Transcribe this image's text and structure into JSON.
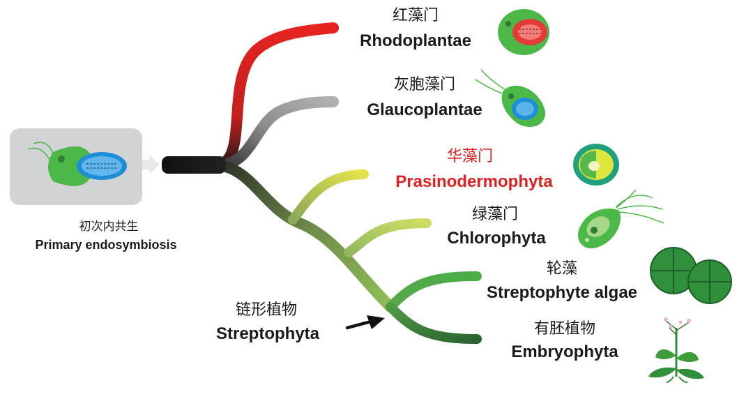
{
  "origin": {
    "label_cn": "初次内共生",
    "label_en": "Primary endosymbiosis"
  },
  "lineages": [
    {
      "label_cn": "红藻门",
      "label_en": "Rhodoplantae",
      "color": "#e52421"
    },
    {
      "label_cn": "灰胞藻门",
      "label_en": "Glaucoplantae",
      "color": "#a7a9ac"
    },
    {
      "label_cn": "华藻门",
      "label_en": "Prasinodermophyta",
      "color": "#d9d93f",
      "highlight_color": "#e02020"
    },
    {
      "label_cn": "绿藻门",
      "label_en": "Chlorophyta",
      "color": "#c6d85a"
    },
    {
      "label_cn": "轮藻",
      "label_en": "Streptophyte algae",
      "color": "#4fae48"
    },
    {
      "label_cn": "有胚植物",
      "label_en": "Embryophyta",
      "color": "#2e6b34"
    }
  ],
  "clade": {
    "label_cn": "链形植物",
    "label_en": "Streptophyta"
  },
  "colors": {
    "stem": "#111111",
    "cell_green": "#4cb848",
    "nucleus_blue": "#1e8fd6",
    "origin_box": "#d1d3d4"
  }
}
